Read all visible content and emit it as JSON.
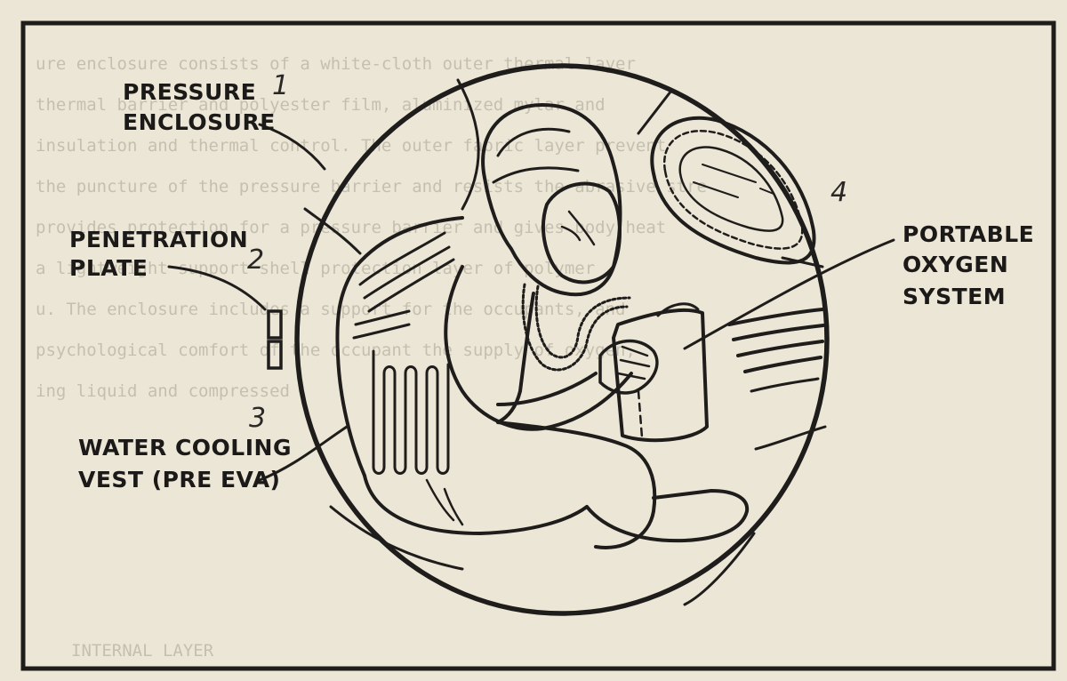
{
  "labels": {
    "pressure_enclosure": [
      "PRESSURE",
      "ENCLOSURE"
    ],
    "penetration_plate": [
      "PENETRATION",
      "PLATE"
    ],
    "water_cooling_vest": [
      "WATER COOLING",
      "VEST (PRE EVA)"
    ],
    "portable_oxygen_system": [
      "PORTABLE",
      "OXYGEN",
      "SYSTEM"
    ]
  },
  "handwritten_numbers": [
    "1",
    "2",
    "3",
    "4"
  ],
  "bleed_through_text": [
    "ure enclosure consists of a white-cloth outer thermal layer",
    "thermal barrier and polyester film, aluminized mylar and",
    "insulation and thermal control. The outer fabric layer prevent",
    "the puncture of the pressure barrier and resists the abrasive stre",
    "provides protection for a pressure barrier and gives body heat",
    "a lightweight support  shell protection layer of polymer",
    "u.  The enclosure includes a support for the occupants, and",
    "psychological comfort of the occupant  the supply of oxygen,",
    "ing liquid and compressed"
  ],
  "bleed_through_footer": "INTERNAL LAYER",
  "colors": {
    "paper": "#ece6d6",
    "ink": "#1f1d1b",
    "ghost": "#b9b3a4"
  }
}
